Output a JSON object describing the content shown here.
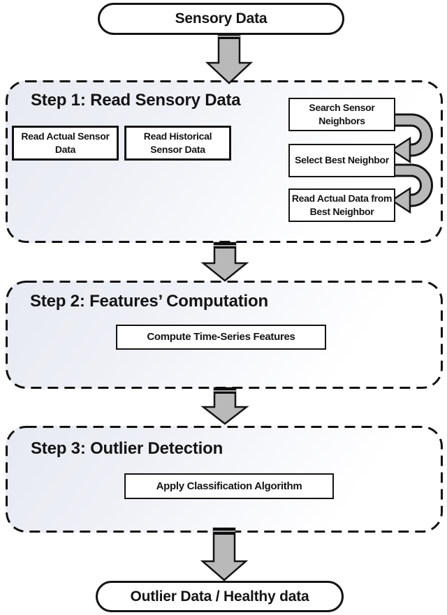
{
  "diagram": {
    "start_label": "Sensory Data",
    "end_label": "Outlier Data / Healthy data",
    "steps": [
      {
        "title": "Step 1: Read Sensory Data",
        "boxes": [
          "Read Actual Sensor Data",
          "Read Historical Sensor Data"
        ],
        "neighbor_sequence": [
          "Search Sensor Neighbors",
          "Select Best Neighbor",
          "Read Actual Data from Best Neighbor"
        ]
      },
      {
        "title": "Step 2: Features’ Computation",
        "boxes": [
          "Compute Time-Series Features"
        ]
      },
      {
        "title": "Step 3: Outlier Detection",
        "boxes": [
          "Apply Classification Algorithm"
        ]
      }
    ],
    "colors": {
      "arrow_fill": "#b9b9b9",
      "outline": "#141414",
      "panel_tint": "#e8eaf2",
      "panel_fade": "#ffffff"
    }
  }
}
